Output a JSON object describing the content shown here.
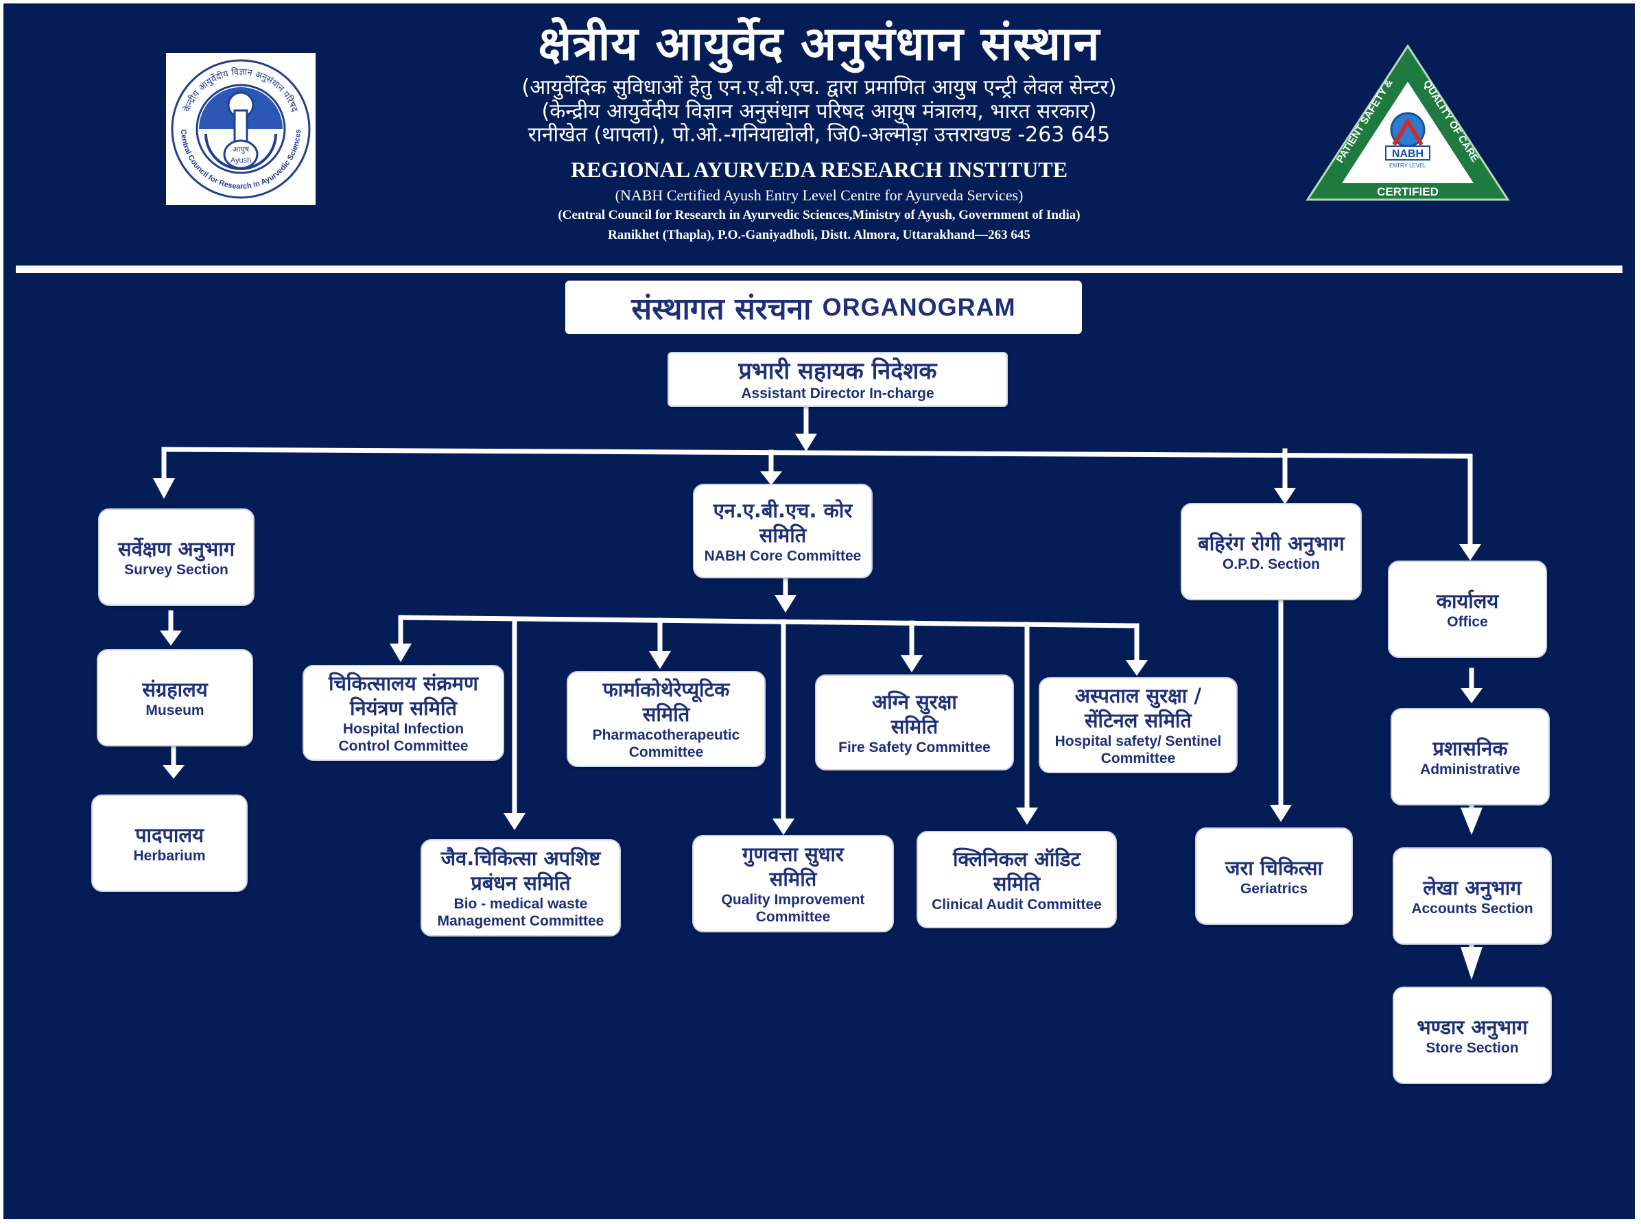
{
  "header": {
    "hindi_title": "क्षेत्रीय आयुर्वेद अनुसंधान संस्थान",
    "hindi_line1": "(आयुर्वेदिक सुविधाओं हेतु एन.ए.बी.एच. द्वारा प्रमाणित आयुष एन्ट्री लेवल सेन्टर)",
    "hindi_line2": "(केन्द्रीय आयुर्वेदीय विज्ञान अनुसंधान परिषद आयुष मंत्रालय, भारत सरकार)",
    "hindi_line3": "रानीखेत (थापला), पो.ओ.-गनियाद्योली, जि0-अल्मोड़ा उत्तराखण्ड -263 645",
    "english_title": "REGIONAL AYURVEDA RESEARCH INSTITUTE",
    "english_line1": "(NABH Certified Ayush Entry Level Centre for Ayurveda Services)",
    "english_line2": "(Central Council for Research in Ayurvedic Sciences,Ministry of Ayush, Government of India)",
    "english_line3": "Ranikhet (Thapla), P.O.-Ganiyadholi, Distt. Almora, Uttarakhand—263 645"
  },
  "left_logo": {
    "ring_hindi": "केन्द्रीय आयुर्वेदीय विज्ञान अनुसंधान परिषद",
    "ring_english": "Central Council for Research in Ayurvedic Sciences",
    "center_hindi": "आयुष",
    "center_english": "Ayush",
    "icon": "ccras-emblem-icon"
  },
  "right_logo": {
    "left_text": "PATIENT SAFETY &",
    "right_text": "QUALITY OF CARE",
    "mark": "NABH",
    "sub": "ENTRY LEVEL",
    "banner": "CERTIFIED",
    "icon": "nabh-certified-icon"
  },
  "organogram_title": {
    "hindi": "संस्थागत संरचना",
    "english": "ORGANOGRAM"
  },
  "nodes": {
    "director": {
      "hi": "प्रभारी सहायक निदेशक",
      "en": "Assistant Director In-charge"
    },
    "survey": {
      "hi": "सर्वेक्षण अनुभाग",
      "en": "Survey Section"
    },
    "museum": {
      "hi": "संग्रहालय",
      "en": "Museum"
    },
    "herbarium": {
      "hi": "पादपालय",
      "en": "Herbarium"
    },
    "nabh_core": {
      "hi1": "एन.ए.बी.एच. कोर",
      "hi2": "समिति",
      "en": "NABH Core Committee"
    },
    "infection": {
      "hi1": "चिकित्सालय संक्रमण",
      "hi2": "नियंत्रण समिति",
      "en1": "Hospital Infection",
      "en2": "Control Committee"
    },
    "pharmaco": {
      "hi1": "फार्माकोथेरेप्यूटिक",
      "hi2": "समिति",
      "en1": "Pharmacotherapeutic",
      "en2": "Committee"
    },
    "fire": {
      "hi1": "अग्नि सुरक्षा",
      "hi2": "समिति",
      "en": "Fire Safety Committee"
    },
    "hospital_safety": {
      "hi1": "अस्पताल सुरक्षा /",
      "hi2": "सेंटिनल समिति",
      "en1": "Hospital safety/ Sentinel",
      "en2": "Committee"
    },
    "biomedical": {
      "hi1": "जैव.चिकित्सा अपशिष्ट",
      "hi2": "प्रबंधन समिति",
      "en1": "Bio - medical waste",
      "en2": "Management Committee"
    },
    "quality": {
      "hi1": "गुणवत्ता सुधार",
      "hi2": "समिति",
      "en1": "Quality Improvement",
      "en2": "Committee"
    },
    "clinical": {
      "hi1": "क्लिनिकल ऑडिट",
      "hi2": "समिति",
      "en": "Clinical Audit Committee"
    },
    "opd": {
      "hi": "बहिरंग रोगी अनुभाग",
      "en": "O.P.D. Section"
    },
    "geriatrics": {
      "hi": "जरा चिकित्सा",
      "en": "Geriatrics"
    },
    "office": {
      "hi": "कार्यालय",
      "en": "Office"
    },
    "administrative": {
      "hi": "प्रशासनिक",
      "en": "Administrative"
    },
    "accounts": {
      "hi": "लेखा अनुभाग",
      "en": "Accounts Section"
    },
    "store": {
      "hi": "भण्डार अनुभाग",
      "en": "Store Section"
    }
  },
  "colors": {
    "background": "#051d57",
    "box": "#ffffff",
    "box_text": "#1d2f78",
    "nabh_green": "#1d7a3b"
  }
}
